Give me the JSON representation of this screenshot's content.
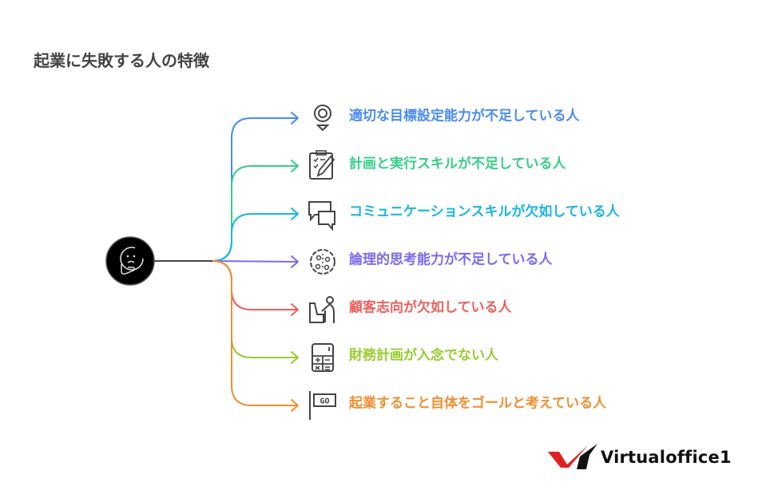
{
  "title": "起業に失敗する人の特徴",
  "center_icon": "thinking-face-icon",
  "branches": [
    {
      "label": "適切な目標設定能力が不足している人",
      "color": "#4a8cf0",
      "icon": "location-pin-icon"
    },
    {
      "label": "計画と実行スキルが不足している人",
      "color": "#35cf88",
      "icon": "clipboard-pencil-icon"
    },
    {
      "label": "コミュニケーションスキルが欠如している人",
      "color": "#19b6e6",
      "icon": "speech-bubbles-icon"
    },
    {
      "label": "論理的思考能力が不足している人",
      "color": "#7a6af0",
      "icon": "brain-icon"
    },
    {
      "label": "顧客志向が欠如している人",
      "color": "#ee5f5b",
      "icon": "person-at-desk-icon"
    },
    {
      "label": "財務計画が入念でない人",
      "color": "#98cc2e",
      "icon": "calculator-icon"
    },
    {
      "label": "起業すること自体をゴールと考えている人",
      "color": "#f08f30",
      "icon": "go-flag-icon"
    }
  ],
  "logo": {
    "text": "Virtualoffice1",
    "accent": "#e02020"
  }
}
